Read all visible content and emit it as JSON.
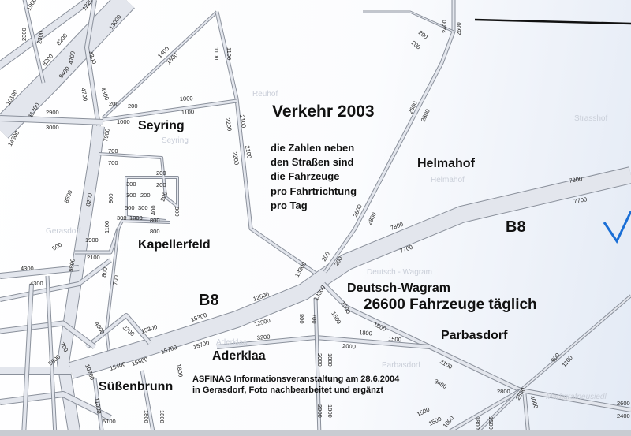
{
  "title": "Verkehr 2003",
  "note_lines": [
    "die Zahlen neben",
    "den Straßen sind",
    "die Fahrzeuge",
    "pro Fahrtrichtung",
    "pro Tag"
  ],
  "headline": "26600 Fahrzeuge täglich",
  "footer_lines": [
    "ASFINAG Informationsveranstaltung am 28.6.2004",
    "in Gerasdorf, Foto nachbearbeitet und ergänzt"
  ],
  "places": {
    "seyring": "Seyring",
    "helmahof": "Helmahof",
    "kapellerfeld": "Kapellerfeld",
    "deutsch_wagram": "Deutsch-Wagram",
    "parbasdorf": "Parbasdorf",
    "aderklaa": "Aderklaa",
    "suessenbrunn": "Süßenbrunn",
    "b8_west": "B8",
    "b8_east": "B8"
  },
  "faint_places": [
    "Seyring",
    "Helmahof",
    "Deutsch - Wagram",
    "Aderklaa",
    "Parbasdorf",
    "Markgrafneusiedl",
    "Strasshof",
    "Gerasdorf",
    "Reuhof"
  ],
  "counts": [
    "1900",
    "1220",
    "13000",
    "2300",
    "2300",
    "8200",
    "8200",
    "4700",
    "9400",
    "4300",
    "4700",
    "4300",
    "10100",
    "11300",
    "2900",
    "3000",
    "14300",
    "1400",
    "1600",
    "1100",
    "1100",
    "1000",
    "1100",
    "2200",
    "2100",
    "2200",
    "2100",
    "200",
    "200",
    "1000",
    "7900",
    "700",
    "700",
    "200",
    "200",
    "300",
    "300",
    "200",
    "500",
    "300",
    "400",
    "200",
    "300",
    "900",
    "300",
    "1800",
    "800",
    "800",
    "1100",
    "1900",
    "2100",
    "8600",
    "8200",
    "800",
    "700",
    "4300",
    "4300",
    "500",
    "9800",
    "12500",
    "15300",
    "15300",
    "15700",
    "15700",
    "15400",
    "15800",
    "3200",
    "12500",
    "13300",
    "13300",
    "800",
    "700",
    "200",
    "200",
    "7800",
    "7700",
    "7800",
    "7700",
    "2600",
    "2800",
    "2600",
    "2800",
    "2400",
    "2600",
    "200",
    "200",
    "1500",
    "1500",
    "1500",
    "1800",
    "1500",
    "2000",
    "3100",
    "3400",
    "2000",
    "1800",
    "2000",
    "1800",
    "900",
    "1100",
    "2800",
    "2600",
    "2400",
    "1500",
    "1500",
    "1000",
    "1800",
    "1500",
    "4000",
    "2500",
    "10700",
    "11000",
    "5100",
    "1800",
    "1800",
    "1800",
    "3700",
    "4000",
    "700",
    "5800"
  ],
  "colors": {
    "road_edge": "#8a909b",
    "road_fill": "#e3e6ed",
    "text": "#111111",
    "faint": "#c9ced8",
    "marker": "#1a6fd6"
  }
}
